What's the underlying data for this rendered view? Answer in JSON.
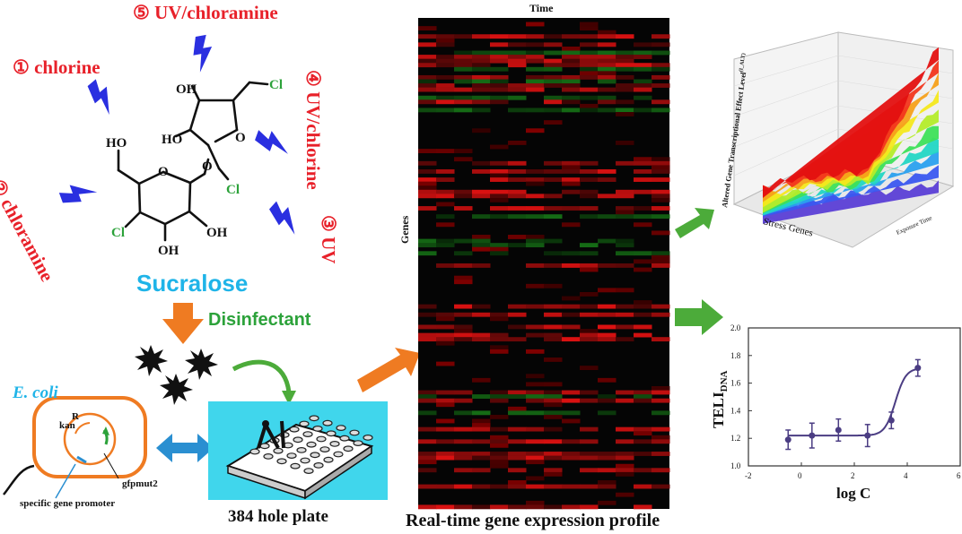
{
  "treatments": {
    "t1": "① chlorine",
    "t2": "② chloramine",
    "t3": "③ UV",
    "t4": "④ UV/chlorine",
    "t5": "⑤ UV/chloramine"
  },
  "molecule": {
    "name": "Sucralose",
    "atoms": {
      "ho1": "HO",
      "ho2": "HO",
      "oh1": "OH",
      "oh2": "OH",
      "oh3": "OH",
      "cl1": "Cl",
      "cl2": "Cl",
      "cl3": "Cl",
      "o1": "O",
      "o2": "O",
      "o3": "O"
    }
  },
  "disinfectant_label": "Disinfectant",
  "ecoli": {
    "title": "E. coli",
    "kan": "kan",
    "kan_sup": "R",
    "gene": "gfpmut2",
    "promoter": "specific gene promoter"
  },
  "plate_label": "384 hole plate",
  "heatmap": {
    "title": "Time",
    "ylabel": "Genes",
    "caption": "Real-time gene expression profile"
  },
  "surface": {
    "zlabel": "Altered Gene Transcriptional Effect Level",
    "zlabel_sup": "(I_ALT)",
    "xlabel": "Stress Genes",
    "ylabel": "Exposure Time"
  },
  "chart_data": {
    "type": "line",
    "title": "",
    "xlabel": "log C",
    "ylabel": "TELI",
    "ylabel_sub": "DNA",
    "xlim": [
      -2,
      6
    ],
    "ylim": [
      1.0,
      2.0
    ],
    "xticks": [
      "-2",
      "0",
      "2",
      "4",
      "6"
    ],
    "yticks": [
      "1.0",
      "1.2",
      "1.4",
      "1.6",
      "1.8",
      "2.0"
    ],
    "points": [
      {
        "x": -0.5,
        "y": 1.19,
        "err": 0.07
      },
      {
        "x": 0.4,
        "y": 1.22,
        "err": 0.09
      },
      {
        "x": 1.4,
        "y": 1.26,
        "err": 0.08
      },
      {
        "x": 2.5,
        "y": 1.22,
        "err": 0.08
      },
      {
        "x": 3.4,
        "y": 1.33,
        "err": 0.06
      },
      {
        "x": 4.4,
        "y": 1.71,
        "err": 0.06
      }
    ],
    "fit": {
      "bottom": 1.22,
      "top": 1.71,
      "x50": 3.55,
      "slope": 5
    },
    "line_color": "#4b3d83"
  },
  "colors": {
    "red": "#e8212a",
    "cyan": "#1fb4e8",
    "green": "#2ca23a",
    "orange": "#ef7b22",
    "arrow_green": "#4cab3a",
    "lightning": "#2a2fe0",
    "plate_bg": "#40d6ec",
    "double_arrow": "#2a8fd1"
  }
}
